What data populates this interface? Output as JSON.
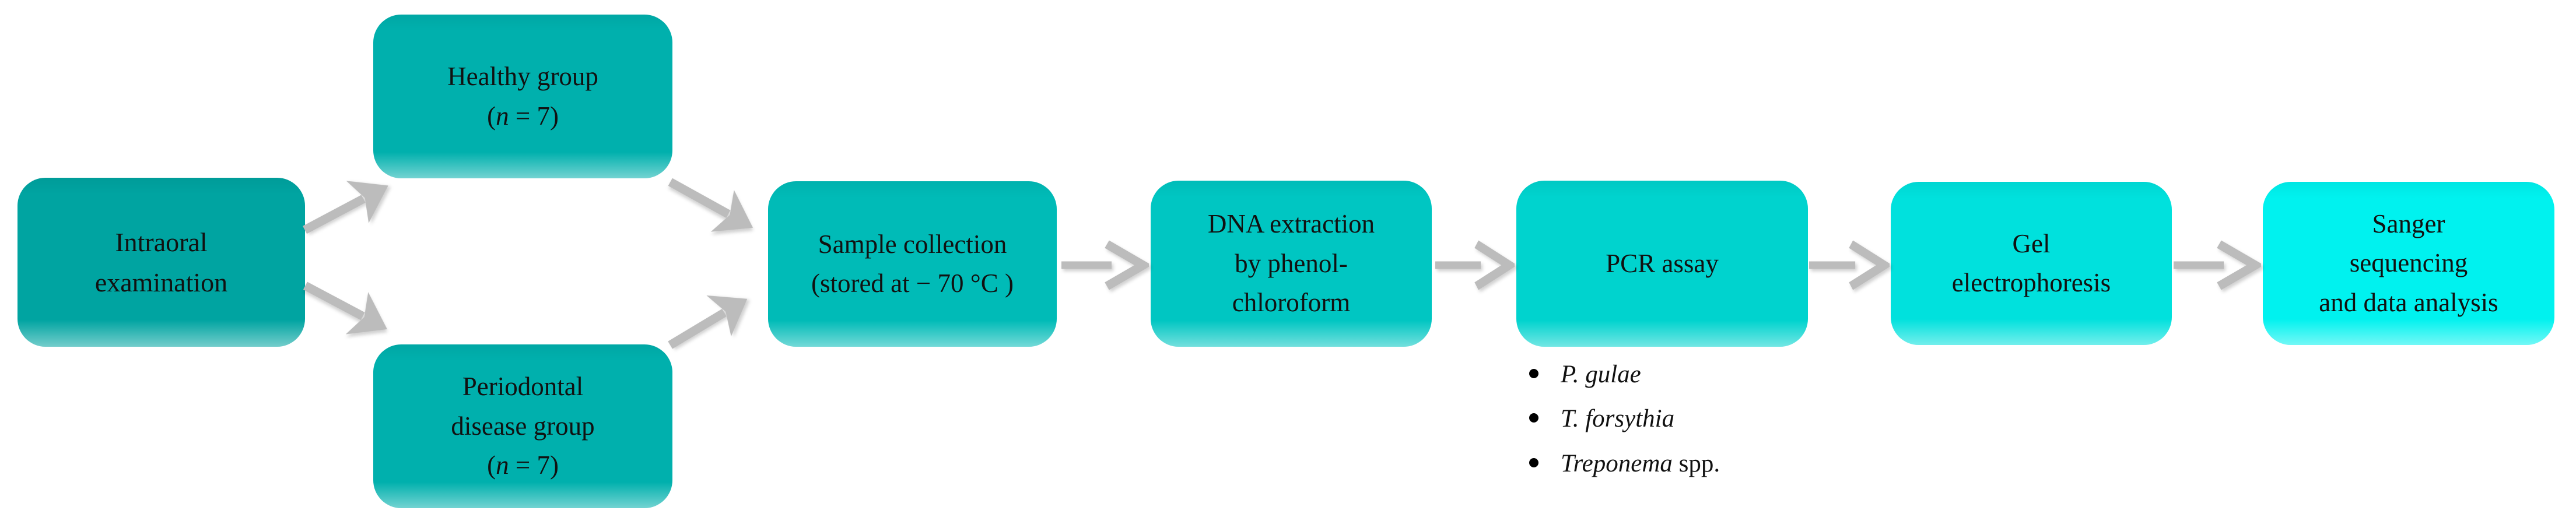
{
  "figure": {
    "type": "flowchart",
    "description_title": "Study workflow diagram",
    "background_color": "#ffffff",
    "arrow_color": "#bcbcbc",
    "text_color": "#111111",
    "boxes": [
      {
        "id": "intraoral",
        "color": "#00a4a1",
        "lines": [
          [
            {
              "t": "Intraoral"
            }
          ],
          [
            {
              "t": "examination"
            }
          ]
        ]
      },
      {
        "id": "healthy",
        "color": "#00b0ad",
        "lines": [
          [
            {
              "t": "Healthy group"
            }
          ],
          [
            {
              "t": "("
            },
            {
              "t": "n",
              "i": true
            },
            {
              "t": " = 7)"
            }
          ]
        ]
      },
      {
        "id": "periodontal",
        "color": "#00b0ad",
        "lines": [
          [
            {
              "t": "Periodontal"
            }
          ],
          [
            {
              "t": "disease group"
            }
          ],
          [
            {
              "t": "("
            },
            {
              "t": "n",
              "i": true
            },
            {
              "t": " = 7)"
            }
          ]
        ]
      },
      {
        "id": "sample",
        "color": "#00bbb7",
        "lines": [
          [
            {
              "t": "Sample collection"
            }
          ],
          [
            {
              "t": "(stored at − 70 °C )"
            }
          ]
        ]
      },
      {
        "id": "dna",
        "color": "#00c6c2",
        "lines": [
          [
            {
              "t": "DNA extraction"
            }
          ],
          [
            {
              "t": "by phenol-"
            }
          ],
          [
            {
              "t": "chloroform"
            }
          ]
        ]
      },
      {
        "id": "pcr",
        "color": "#00d3ce",
        "lines": [
          [
            {
              "t": "PCR assay"
            }
          ]
        ]
      },
      {
        "id": "gel",
        "color": "#00e1dd",
        "lines": [
          [
            {
              "t": "Gel"
            }
          ],
          [
            {
              "t": "electrophoresis"
            }
          ]
        ]
      },
      {
        "id": "sanger",
        "color": "#00f2ef",
        "lines": [
          [
            {
              "t": "Sanger"
            }
          ],
          [
            {
              "t": "sequencing"
            }
          ],
          [
            {
              "t": "and data analysis"
            }
          ]
        ]
      }
    ],
    "pcr_targets": {
      "items": [
        [
          {
            "t": "P. gulae",
            "i": true
          }
        ],
        [
          {
            "t": "T. forsythia",
            "i": true
          }
        ],
        [
          {
            "t": "Treponema",
            "i": true
          },
          {
            "t": " spp."
          }
        ]
      ]
    }
  }
}
